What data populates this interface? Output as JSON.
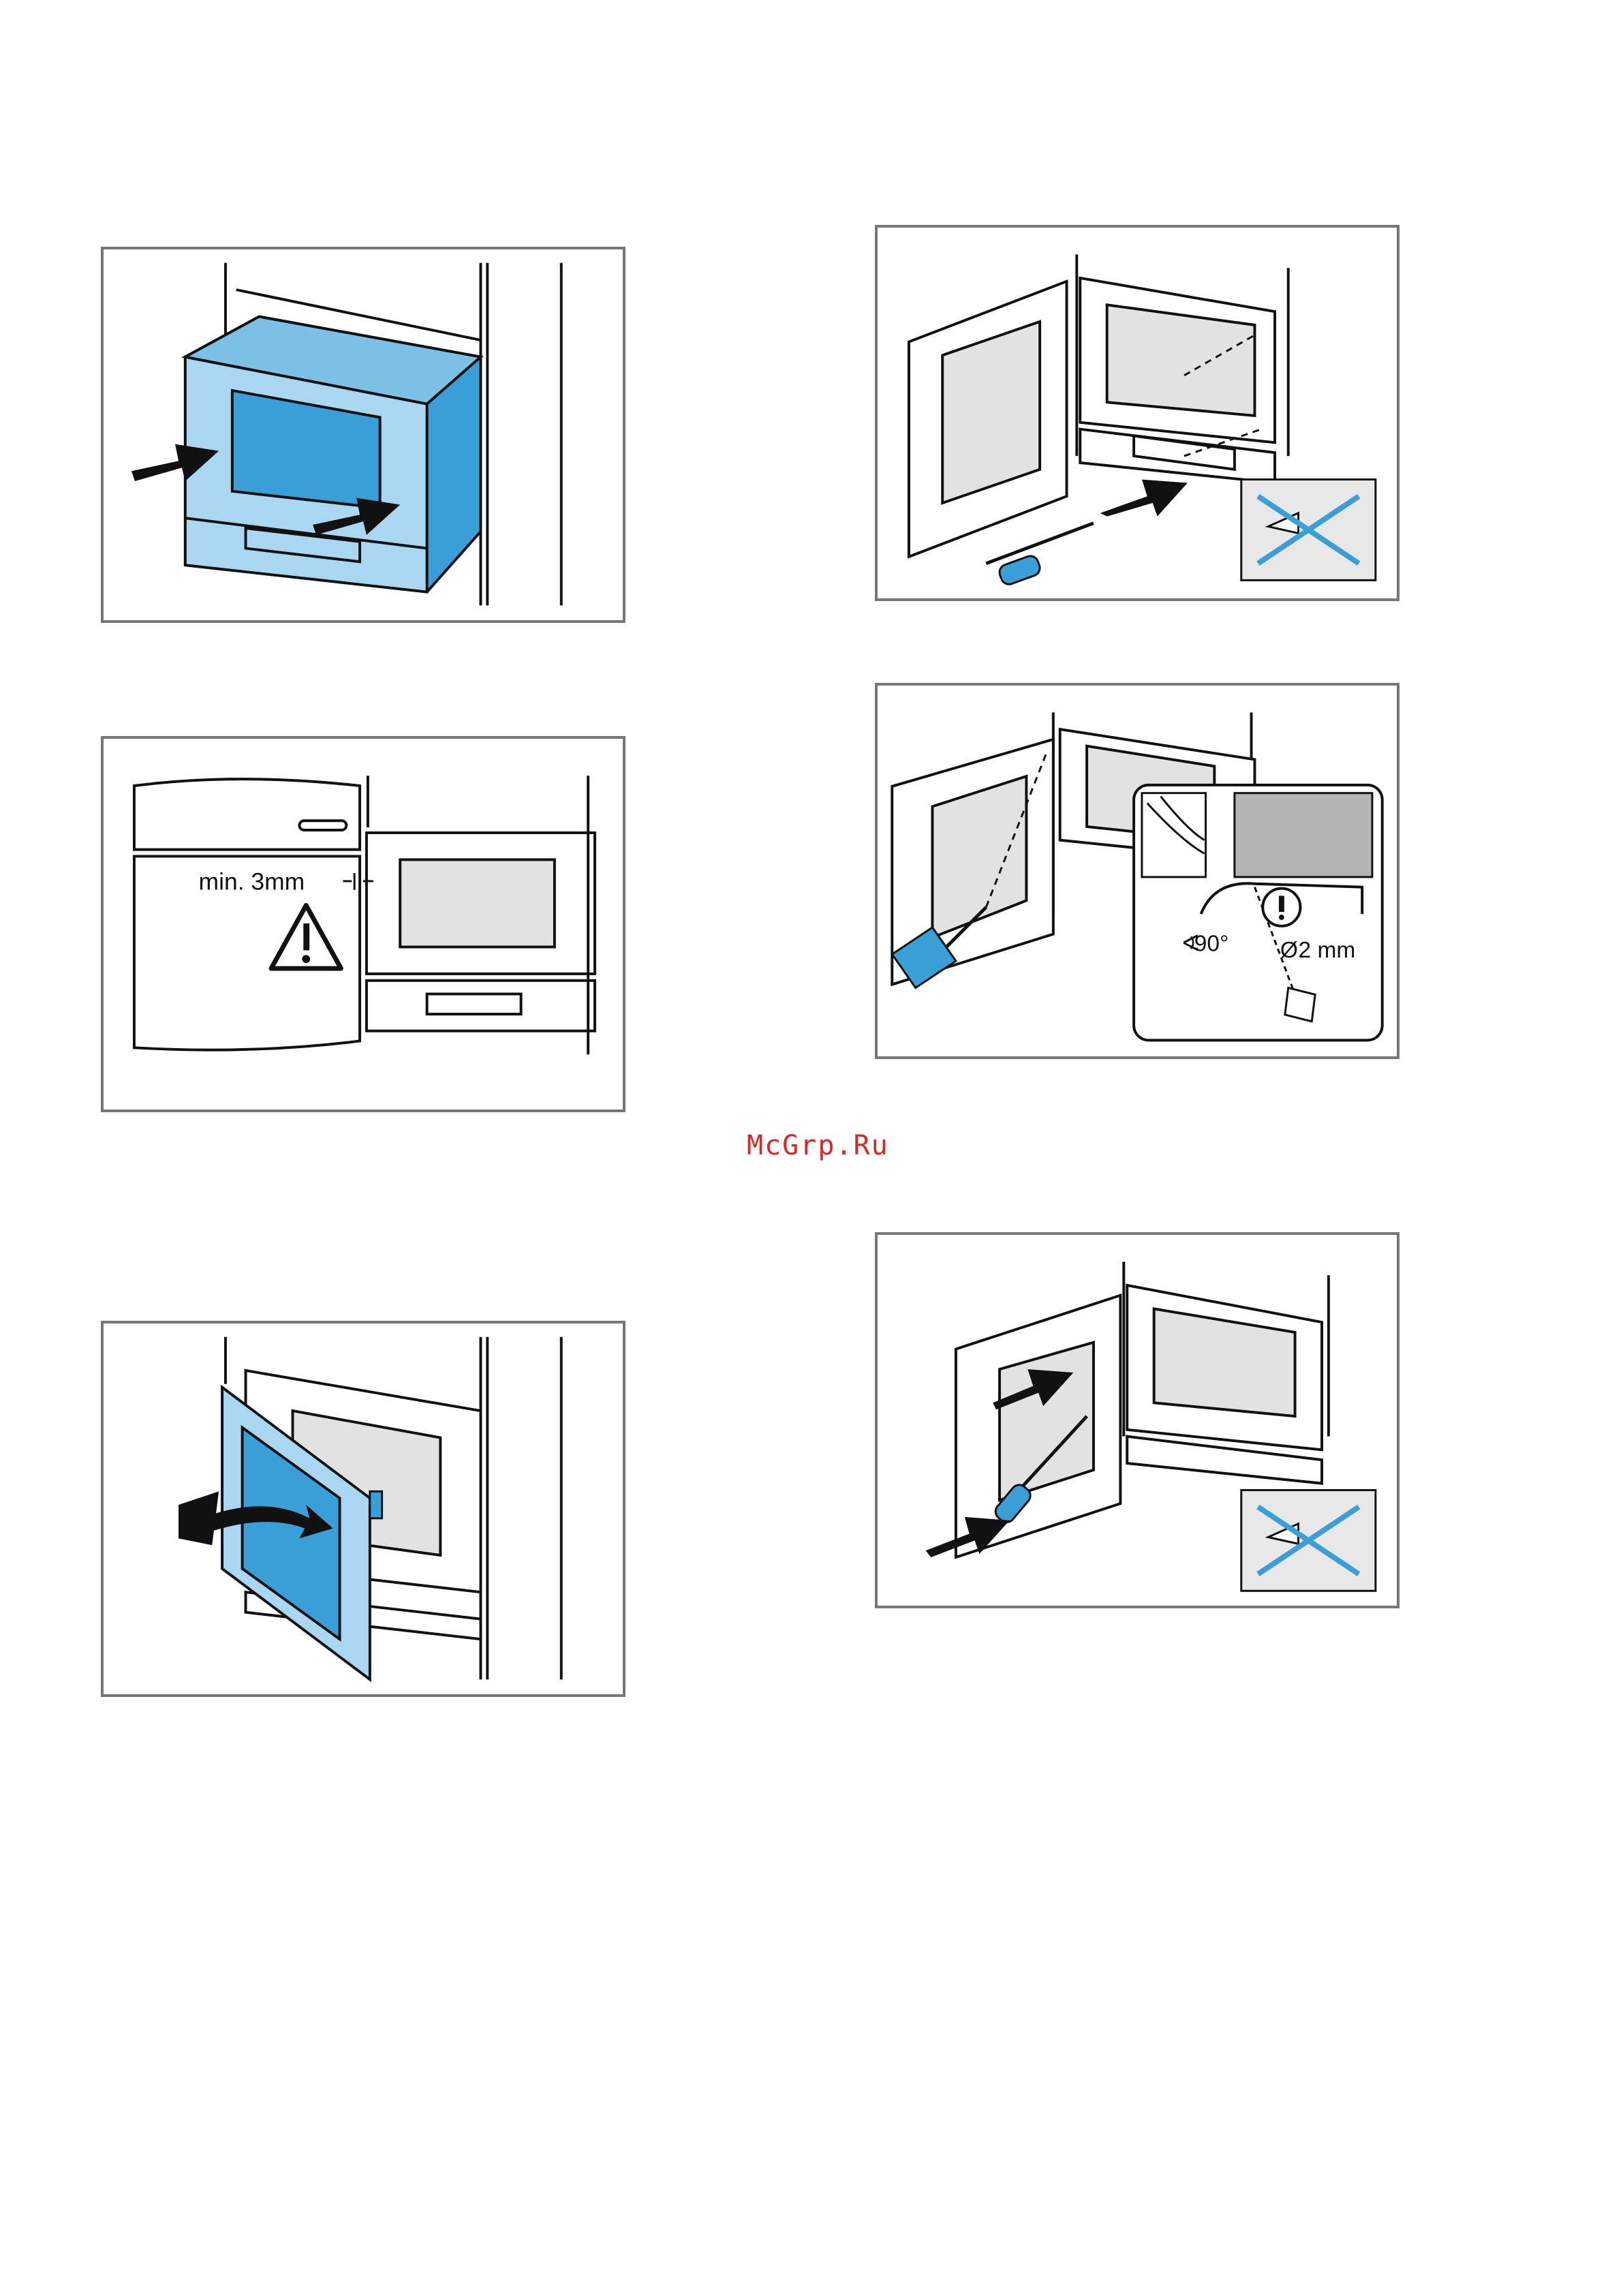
{
  "watermark": "McGrp.Ru",
  "figures": {
    "clearance": {
      "label": "min. 3mm"
    },
    "drill_detail": {
      "angle": "90°",
      "diameter": "2 mm"
    }
  },
  "icons": [
    "arrow-icon",
    "screwdriver-icon",
    "drill-icon",
    "no-drill-icon",
    "warning-triangle-icon",
    "caution-icon"
  ],
  "colors": {
    "appliance_blue": "#3a9fd6",
    "light_blue": "#a9d7f2",
    "glass_grey": "#e2e2e2",
    "outline": "#111111",
    "watermark_red": "#d42a2a"
  }
}
